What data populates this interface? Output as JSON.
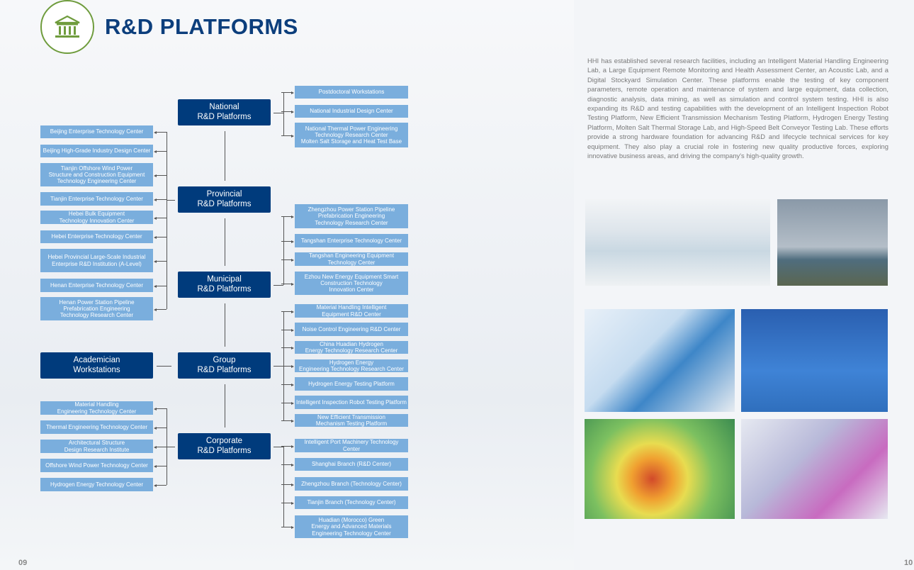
{
  "header": {
    "title": "R&D PLATFORMS",
    "icon": "institution-building-icon",
    "accent": "#6f9c3d",
    "title_color": "#0c3e7c"
  },
  "levels": [
    {
      "label": "National\nR&D Platforms",
      "right": [
        "Postdoctoral Workstations",
        "National Industrial Design Center",
        "National Thermal Power Engineering\nTechnology Research Center\nMolten Salt Storage and Heat Test Base"
      ]
    },
    {
      "label": "Provincial\nR&D Platforms",
      "left": [
        "Beijing Enterprise Technology Center",
        "Beijing High-Grade Industry Design Center",
        "Tianjin Offshore Wind Power\nStructure and Construction Equipment\nTechnology Engineering Center",
        "Tianjin Enterprise Technology Center",
        "Hebei Bulk Equipment\nTechnology Innovation Center",
        "Hebei Enterprise Technology Center",
        "Hebei Provincial Large-Scale Industrial\nEnterprise R&D Institution (A-Level)",
        "Henan Enterprise Technology Center",
        "Henan Power Station Pipeline\nPrefabrication Engineering\nTechnology Research Center"
      ]
    },
    {
      "label": "Municipal\nR&D Platforms",
      "right": [
        "Zhengzhou Power Station Pipeline\nPrefabrication Engineering\nTechnology Research Center",
        "Tangshan Enterprise Technology Center",
        "Tangshan Engineering Equipment\nTechnology Center",
        "Ezhou New Energy Equipment Smart\nConstruction Technology\nInnovation Center"
      ]
    },
    {
      "label": "Group\nR&D Platforms",
      "left_single": "Academician\nWorkstations",
      "right": [
        "Material Handling Intelligent\nEquipment  R&D Center",
        "Noise Control Engineering R&D Center",
        "China Huadian Hydrogen\nEnergy Technology Research Center",
        "Hydrogen Energy\nEngineering Technology Research Center",
        "Hydrogen Energy Testing Platform",
        "Intelligent Inspection Robot Testing Platform",
        "New Efficient Transmission\nMechanism Testing Platform"
      ]
    },
    {
      "label": "Corporate\nR&D Platforms",
      "left": [
        "Material Handling\nEngineering Technology Center",
        "Thermal Engineering Technology Center",
        "Architectural Structure\nDesign Research Institute",
        "Offshore Wind Power Technology Center",
        "Hydrogen Energy Technology Center"
      ],
      "right": [
        "Intelligent Port Machinery Technology Center",
        "Shanghai Branch (R&D Center)",
        "Zhengzhou Branch (Technology Center)",
        "Tianjin Branch (Technology Center)",
        "Huadian (Morocco) Green\nEnergy and Advanced Materials\nEngineering Technology Center"
      ]
    }
  ],
  "description": "HHI has established several research facilities, including an Intelligent Material Handling Engineering Lab, a Large Equipment Remote Monitoring and Health Assessment Center, an Acoustic Lab, and a Digital Stockyard Simulation Center. These platforms enable the testing of key component parameters, remote operation and maintenance of system and large equipment, data collection, diagnostic analysis, data mining, as well as simulation and control system testing. HHI is also expanding its R&D and testing capabilities with the development of an Intelligent Inspection Robot Testing Platform, New Efficient Transmission Mechanism Testing Platform, Hydrogen Energy Testing Platform, Molten Salt Thermal Storage Lab, and High-Speed Belt Conveyor Testing Lab. These efforts provide a strong hardware foundation for advancing R&D and lifecycle technical services for key equipment. They also play a crucial role in fostering new quality productive forces, exploring innovative business areas, and driving the company's high-quality growth.",
  "photos": [
    "lab-showroom-photo",
    "outdoor-test-containers-photo",
    "ansys-crane-simulation-image",
    "offshore-jacket-model-image",
    "noise-contour-map-image",
    "steel-structure-3d-model-image"
  ],
  "page_numbers": {
    "left": "09",
    "right": "10"
  },
  "colors": {
    "dark_box": "#003b7c",
    "light_box": "#7aaedd"
  }
}
